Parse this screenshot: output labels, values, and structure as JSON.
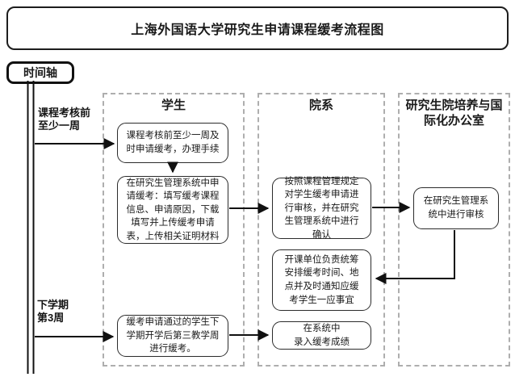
{
  "title": "上海外国语大学研究生申请课程缓考流程图",
  "timeline": {
    "label": "时间轴",
    "milestones": [
      {
        "label": "课程考核前\n至少一周"
      },
      {
        "label": "下学期\n第3周"
      }
    ]
  },
  "lanes": [
    {
      "id": "student",
      "header": "学生"
    },
    {
      "id": "department",
      "header": "院系"
    },
    {
      "id": "grad-school-office",
      "header": "研究生院培养与国际化办公室"
    }
  ],
  "nodes": {
    "s1": "课程考核前至少一周及时申请缓考，办理手续",
    "s2": "在研究生管理系统中申请缓考：填写缓考课程信息、申请原因，下载填写并上传缓考申请表，上传相关证明材料",
    "s3": "缓考申请通过的学生下学期开学后第三教学周进行缓考。",
    "d1": "按照课程管理规定对学生缓考申请进行审核，并在研究生管理系统中进行确认",
    "d2": "开课单位负责统筹安排缓考时间、地点并及时通知应缓考学生一应事宜",
    "d3": "在系统中\n录入缓考成绩",
    "g1": "在研究生管理系统中进行审核"
  },
  "edges": [
    {
      "from": "timeline-milestone-1",
      "to": "s1"
    },
    {
      "from": "s1",
      "to": "s2"
    },
    {
      "from": "s2",
      "to": "d1"
    },
    {
      "from": "d1",
      "to": "g1"
    },
    {
      "from": "g1",
      "to": "d2"
    },
    {
      "from": "timeline-milestone-2",
      "to": "s3"
    },
    {
      "from": "s3",
      "to": "d3"
    }
  ],
  "colors": {
    "stroke": "#111111",
    "node_border": "#2b2b2b",
    "lane_border": "#aeaeae",
    "background": "#ffffff",
    "text": "#1a1a1a"
  }
}
